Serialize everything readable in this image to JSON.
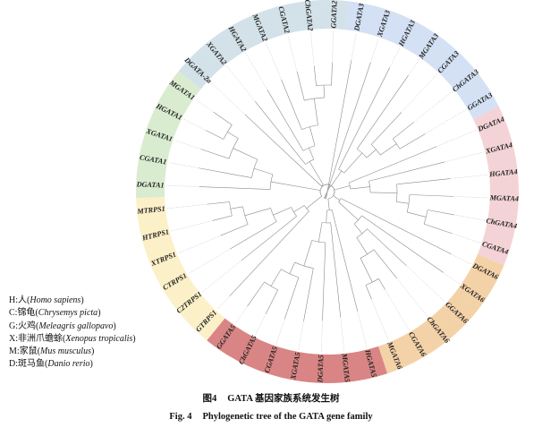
{
  "tree": {
    "groups": [
      {
        "color": "#fcf0c8",
        "taxa": [
          "GTRPS1",
          "C2TRPS1",
          "CTRPS1",
          "XTRPS1",
          "HTRPS1",
          "MTRPS1"
        ]
      },
      {
        "color": "#d9ecd0",
        "taxa": [
          "DGATA1",
          "CGATA1",
          "XGATA1",
          "HGATA1",
          "MGATA1"
        ]
      },
      {
        "color": "#d3e1e8",
        "taxa": [
          "DGATA-2a",
          "XGATA2",
          "HGATA2",
          "MGATA2",
          "CGATA2",
          "ChGATA2",
          "GGATA2"
        ]
      },
      {
        "color": "#d4e1f4",
        "taxa": [
          "DGATA3",
          "XGATA3",
          "HGATA3",
          "MGATA3",
          "CGATA3",
          "ChGATA3",
          "GGATA3"
        ]
      },
      {
        "color": "#f4d3d6",
        "taxa": [
          "DGATA4",
          "XGATA4",
          "HGATA4",
          "MGATA4",
          "ChGATA4",
          "CGATA4"
        ]
      },
      {
        "color": "#f4d2a8",
        "taxa": [
          "DGATA6",
          "XGATA6",
          "GGATA6",
          "ChGATA6",
          "CGATA6",
          "MGATA6"
        ]
      },
      {
        "color": "#d98585",
        "taxa": [
          "HGATA5",
          "MGATA5",
          "DGATA5",
          "XGATA5",
          "CGATA5",
          "ChGATA5",
          "GGATA5"
        ]
      }
    ]
  },
  "legend": [
    {
      "code": "H",
      "common": "人",
      "latin": "Homo sapiens"
    },
    {
      "code": "C",
      "common": "锦龟",
      "latin": "Chrysemys picta"
    },
    {
      "code": "G",
      "common": "火鸡",
      "latin": "Meleagris gallopavo"
    },
    {
      "code": "X",
      "common": "非洲爪蟾蜍",
      "latin": "Xenopus tropicalis"
    },
    {
      "code": "M",
      "common": "家鼠",
      "latin": "Mus musculus"
    },
    {
      "code": "D",
      "common": "斑马鱼",
      "latin": "Danio rerio"
    }
  ],
  "caption": {
    "zh_number": "图4",
    "zh_title": "GATA 基因家族系统发生树",
    "en_number": "Fig. 4",
    "en_title": "Phylogenetic tree of the GATA gene family"
  }
}
